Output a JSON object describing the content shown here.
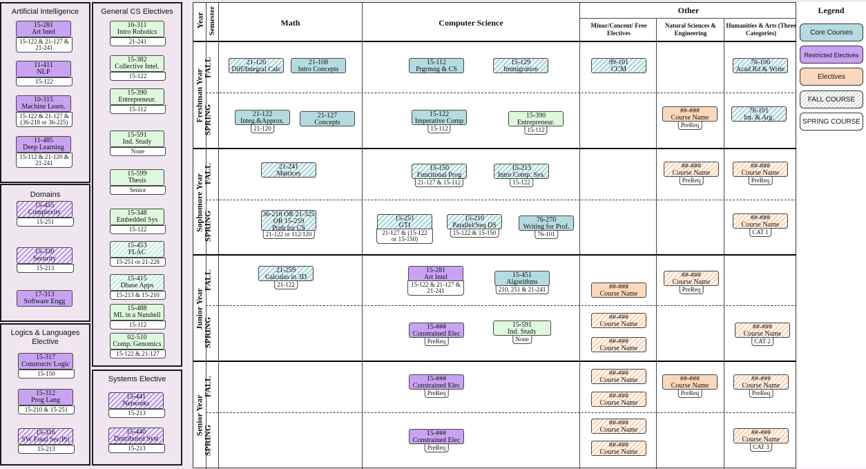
{
  "legend": {
    "title": "Legend",
    "items": [
      {
        "label": "Core Courses",
        "kind": "core"
      },
      {
        "label": "Restricted Electives",
        "kind": "restr"
      },
      {
        "label": "Electives",
        "kind": "elec"
      },
      {
        "label": "FALL COURSE",
        "kind": "fallcourse"
      },
      {
        "label": "SPRING COURSE",
        "kind": "springcourse"
      }
    ]
  },
  "colors": {
    "core": "#b4dbe0",
    "restricted": "#c8a3f2",
    "elective": "#fbd8bd",
    "cs_elective": "#def8dd"
  },
  "headers": {
    "year": "Year",
    "semester": "Semester",
    "math": "Math",
    "cs": "Computer Science",
    "other": "Other",
    "minor": "Minor/Concent/ Free Electives",
    "natsci": "Natural Sciences & Engineering",
    "hum": "Humanities & Arts (Three Categories)"
  },
  "years": [
    "Freshman Year",
    "Sophomore Year",
    "Junior Year",
    "Senior Year"
  ],
  "semesters": [
    "FALL",
    "SPRING",
    "FALL",
    "SPRING",
    "FALL",
    "SPRING",
    "FALL",
    "SPRING"
  ],
  "sidebar": {
    "ai": {
      "title": "Artificial Intelligence",
      "courses": [
        {
          "num": "15-281",
          "name": "Art Intel",
          "pre": "15-122 & 21-127 & 21-241"
        },
        {
          "num": "11-411",
          "name": "NLP",
          "pre": "15-122"
        },
        {
          "num": "10-315",
          "name": "Machine Learn.",
          "pre": "15-122 & 21-127 & (36-218 or 36-225)"
        },
        {
          "num": "11-485",
          "name": "Deep Learning",
          "pre": "15-112 & 21-120 & 21-241"
        }
      ]
    },
    "domains": {
      "title": "Domains",
      "courses": [
        {
          "num": "15-455",
          "name": "Complexity",
          "pre": "15-251"
        },
        {
          "num": "15-330",
          "name": "Security",
          "pre": "15-213"
        },
        {
          "num": "17-313",
          "name": "Software Engg",
          "pre": ""
        }
      ]
    },
    "logics": {
      "title": "Logics & Languages Elective",
      "courses": [
        {
          "num": "15-317",
          "name": "Constructv Logic",
          "pre": "15-150"
        },
        {
          "num": "15-312",
          "name": "Prog Lang",
          "pre": "15-210 & 15-251"
        },
        {
          "num": "15-316",
          "name": "SW Foud Sec/Pri",
          "pre": "15-213"
        }
      ]
    },
    "general": {
      "title": "General CS Electives",
      "courses": [
        {
          "num": "16-311",
          "name": "Intro Robotics",
          "pre": "21-241"
        },
        {
          "num": "15-382",
          "name": "Collective Intel.",
          "pre": "15-122"
        },
        {
          "num": "15-390",
          "name": "Entrepreneur.",
          "pre": "15-112"
        },
        {
          "num": "15-591",
          "name": "Ind. Study",
          "pre": "None"
        },
        {
          "num": "15-599",
          "name": "Thesis",
          "pre": "Senior"
        },
        {
          "num": "15-348",
          "name": "Embedded Sys",
          "pre": "15-122"
        },
        {
          "num": "15-453",
          "name": "FLAC",
          "pre": "15-251 or 21-228"
        },
        {
          "num": "15-415",
          "name": "Dbase Apps",
          "pre": "15-213 & 15-210"
        },
        {
          "num": "15-488",
          "name": "ML in a Nutshell",
          "pre": "15-112"
        },
        {
          "num": "02-510",
          "name": "Comp. Genomics",
          "pre": "15-122 & 21-127"
        }
      ]
    },
    "systems": {
      "title": "Systems Elective",
      "courses": [
        {
          "num": "15-441",
          "name": "Networks",
          "pre": "15-213"
        },
        {
          "num": "15-440",
          "name": "Distributed Syst",
          "pre": "15-213"
        }
      ]
    }
  },
  "grid": [
    {
      "num": "21-120",
      "name": "Diff/Integral Calc",
      "pre": "",
      "kind": "fall core"
    },
    {
      "num": "21-108",
      "name": "Intro Concepts",
      "pre": "",
      "kind": "spring core"
    },
    {
      "num": "15-112",
      "name": "Prgrmng & CS",
      "pre": "",
      "kind": "spring core"
    },
    {
      "num": "15-129",
      "name": "Immigration",
      "pre": "",
      "kind": "fall core"
    },
    {
      "num": "99-101",
      "name": "CCM",
      "pre": "",
      "kind": "fall core"
    },
    {
      "num": "76-100",
      "name": "Acad Rd & Write",
      "pre": "",
      "kind": "fall core"
    },
    {
      "num": "21-122",
      "name": "Integ.&Approx.",
      "pre": "21-120",
      "kind": "spring core"
    },
    {
      "num": "21-127",
      "name": "Concepts",
      "pre": "",
      "kind": "spring core"
    },
    {
      "num": "15-122",
      "name": "Imperative Comp",
      "pre": "15-112",
      "kind": "spring core"
    },
    {
      "num": "15-390",
      "name": "Entrepreneur.",
      "pre": "15-112",
      "kind": "spring pl"
    },
    {
      "num": "##-###",
      "name": "Course Name",
      "pre": "PreReq",
      "kind": "spring elec"
    },
    {
      "num": "76-101",
      "name": "Int. & Arg.",
      "pre": "",
      "kind": "fall core"
    },
    {
      "num": "21-241",
      "name": "Matrices",
      "pre": "",
      "kind": "fall core"
    },
    {
      "num": "15-150",
      "name": "Functional Prog",
      "pre": "21-127 & 15-112",
      "kind": "fall core"
    },
    {
      "num": "15-213",
      "name": "Intro Comp. Sys.",
      "pre": "15-122",
      "kind": "fall core"
    },
    {
      "num": "##-###",
      "name": "Course Name",
      "pre": "PreReq",
      "kind": "fall elec"
    },
    {
      "num": "##-###",
      "name": "Course Name",
      "pre": "PreReq",
      "kind": "fall elec"
    },
    {
      "num": "36-218 OR 21-325 OR 15-259",
      "name": "Prob for CS",
      "pre": "21-122 or 112/120",
      "kind": "fall core"
    },
    {
      "num": "15-251",
      "name": "GTI",
      "pre": "21-127 & (15-122 or 15-150)",
      "kind": "fall core"
    },
    {
      "num": "15-210",
      "name": "Parallel/Seq DS",
      "pre": "15-122 & 15-150",
      "kind": "fall core"
    },
    {
      "num": "76-270",
      "name": "Writing for Prof.",
      "pre": "76-101",
      "kind": "spring core"
    },
    {
      "num": "##-###",
      "name": "Course Name",
      "pre": "CAT 1",
      "kind": "fall elec"
    },
    {
      "num": "21-259",
      "name": "Calculus in 3D",
      "pre": "21-122",
      "kind": "fall core"
    },
    {
      "num": "15-281",
      "name": "Art Intel",
      "pre": "15-122 & 21-127 & 21-241",
      "kind": "spring restr"
    },
    {
      "num": "15-451",
      "name": "Algorithms",
      "pre": "210, 251 & 21-241",
      "kind": "spring core"
    },
    {
      "num": "##-###",
      "name": "Course Name",
      "pre": "",
      "kind": "spring elec"
    },
    {
      "num": "##-###",
      "name": "Course Name",
      "pre": "PreReq",
      "kind": "fall elec"
    },
    {
      "num": "15-###",
      "name": "Constrained Elec",
      "pre": "PreReq",
      "kind": "spring restr"
    },
    {
      "num": "15-591",
      "name": "Ind. Study",
      "pre": "None",
      "kind": "spring pl"
    },
    {
      "num": "##-###",
      "name": "Course Name",
      "pre": "",
      "kind": "fall elec"
    },
    {
      "num": "##-###",
      "name": "Course Name",
      "pre": "",
      "kind": "fall elec"
    },
    {
      "num": "##-###",
      "name": "Course Name",
      "pre": "CAT 2",
      "kind": "fall elec"
    },
    {
      "num": "15-###",
      "name": "Constrained Elec",
      "pre": "PreReq",
      "kind": "spring restr"
    },
    {
      "num": "##-###",
      "name": "Course Name",
      "pre": "",
      "kind": "fall elec"
    },
    {
      "num": "##-###",
      "name": "Course Name",
      "pre": "",
      "kind": "fall elec"
    },
    {
      "num": "##-###",
      "name": "Course Name",
      "pre": "PreReq",
      "kind": "spring elec"
    },
    {
      "num": "##-###",
      "name": "Course Name",
      "pre": "PreReq",
      "kind": "fall elec"
    },
    {
      "num": "15-###",
      "name": "Constrained Elec",
      "pre": "PreReq",
      "kind": "spring restr"
    },
    {
      "num": "##-###",
      "name": "Course Name",
      "pre": "",
      "kind": "fall elec"
    },
    {
      "num": "##-###",
      "name": "Course Name",
      "pre": "",
      "kind": "fall elec"
    },
    {
      "num": "##-###",
      "name": "Course Name",
      "pre": "CAT 3",
      "kind": "fall elec"
    }
  ]
}
